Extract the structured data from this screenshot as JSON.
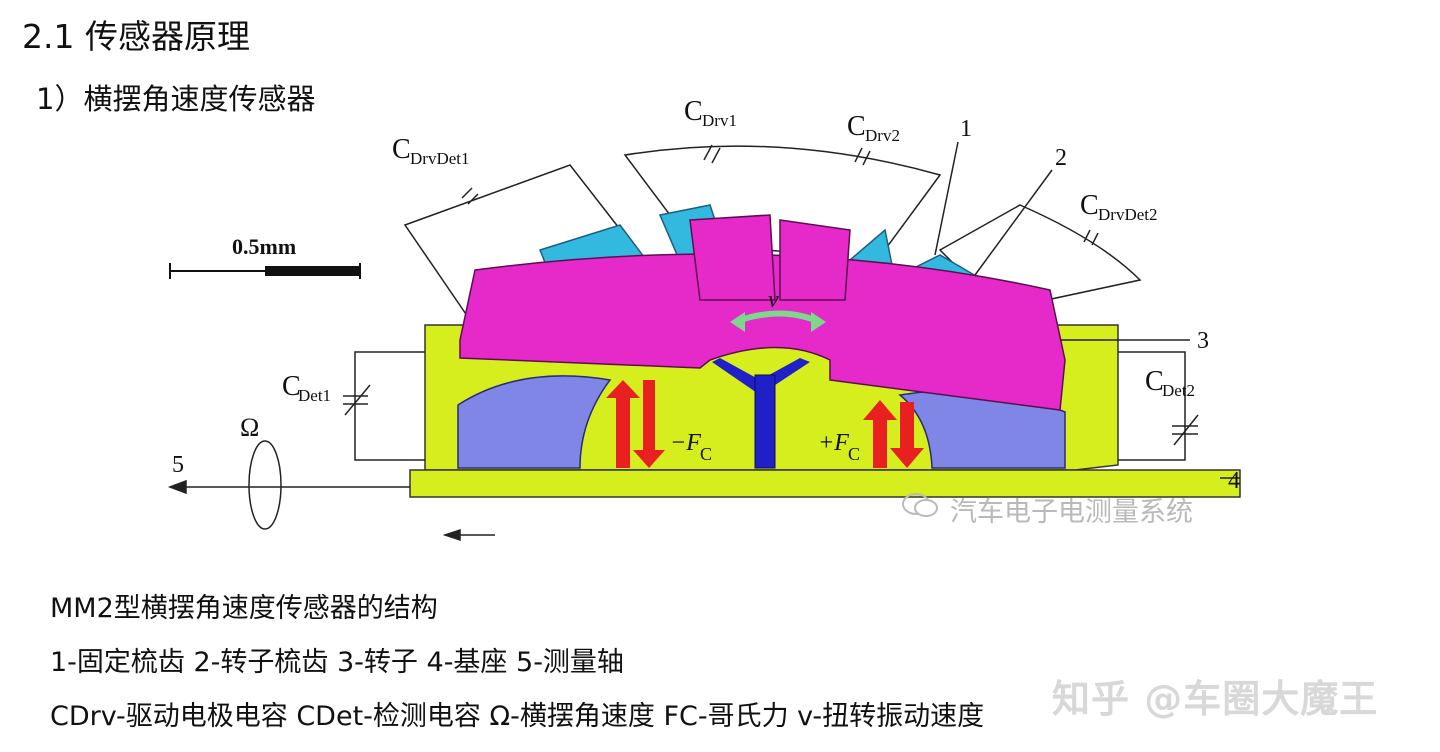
{
  "section_title": "2.1 传感器原理",
  "sub_title": "1）横摆角速度传感器",
  "diagram": {
    "scale_bar": "0.5mm",
    "labels": {
      "c_drv1": "C",
      "c_drv1_sub": "Drv1",
      "c_drv2": "C",
      "c_drv2_sub": "Drv2",
      "c_drvdet1": "C",
      "c_drvdet1_sub": "DrvDet1",
      "c_drvdet2": "C",
      "c_drvdet2_sub": "DrvDet2",
      "c_det1": "C",
      "c_det1_sub": "Det1",
      "c_det2": "C",
      "c_det2_sub": "Det2",
      "omega": "Ω",
      "v": "v",
      "minus_fc": "−F",
      "minus_fc_sub": "C",
      "plus_fc": "+F",
      "plus_fc_sub": "C"
    },
    "numbers": [
      "1",
      "2",
      "3",
      "4",
      "5"
    ],
    "watermark": "汽车电子电测量系统"
  },
  "captions": [
    "MM2型横摆角速度传感器的结构",
    "1-固定梳齿 2-转子梳齿 3-转子 4-基座 5-测量轴",
    "CDrv-驱动电极电容 CDet-检测电容 Ω-横摆角速度 FC-哥氏力 v-扭转振动速度"
  ],
  "watermark_right": "知乎 @车圈大魔王",
  "colors": {
    "rotor": "#e629c9",
    "base": "#d6ee1e",
    "comb_fixed": "#33b8e0",
    "detect_electrode": "#7f86e6",
    "axis": "#2020c8",
    "force_arrow": "#e8201f",
    "v_arrow": "#7ed88a"
  }
}
